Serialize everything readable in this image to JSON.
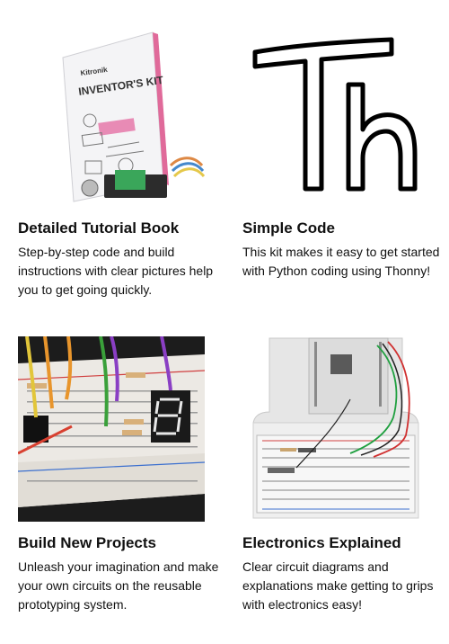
{
  "features": [
    {
      "title": "Detailed Tutorial Book",
      "description": "Step-by-step code and build instructions with clear pictures help you to get going quickly.",
      "book_brand": "Kitronik",
      "book_title": "INVENTOR'S KIT"
    },
    {
      "title": "Simple Code",
      "description": "This kit makes it easy to get started with Python coding using Thonny!",
      "logo_text": "Th"
    },
    {
      "title": "Build New Projects",
      "description": "Unleash your imagination and make your own circuits on the reusable prototyping system."
    },
    {
      "title": "Electronics Explained",
      "description": "Clear circuit diagrams and explanations make getting to grips with electronics easy!"
    }
  ]
}
